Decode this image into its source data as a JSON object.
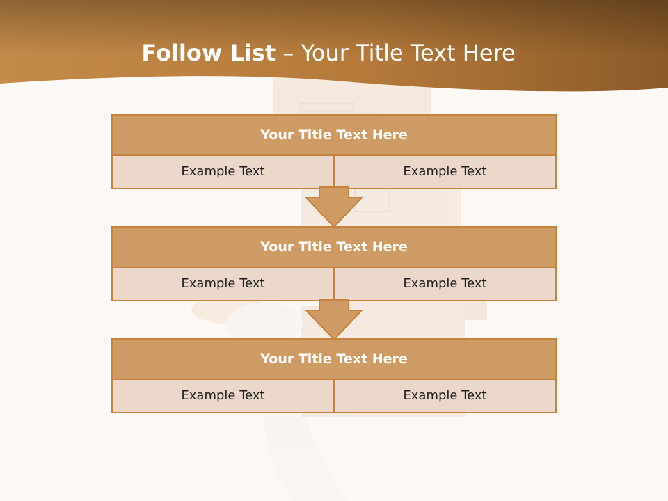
{
  "slide": {
    "title_bold": "Follow List",
    "title_rest": " – Your Title Text Here"
  },
  "colors": {
    "header_dark": "#7c4f24",
    "header_light": "#c48a4a",
    "block_title_bg": "#cf9b64",
    "block_cell_bg": "#ebd8cb",
    "border": "#c4843f",
    "page_bg": "#fcf8f5"
  },
  "blocks": [
    {
      "title": "Your Title Text Here",
      "left": "Example Text",
      "right": "Example Text"
    },
    {
      "title": "Your Title Text Here",
      "left": "Example Text",
      "right": "Example Text"
    },
    {
      "title": "Your Title Text Here",
      "left": "Example Text",
      "right": "Example Text"
    }
  ]
}
